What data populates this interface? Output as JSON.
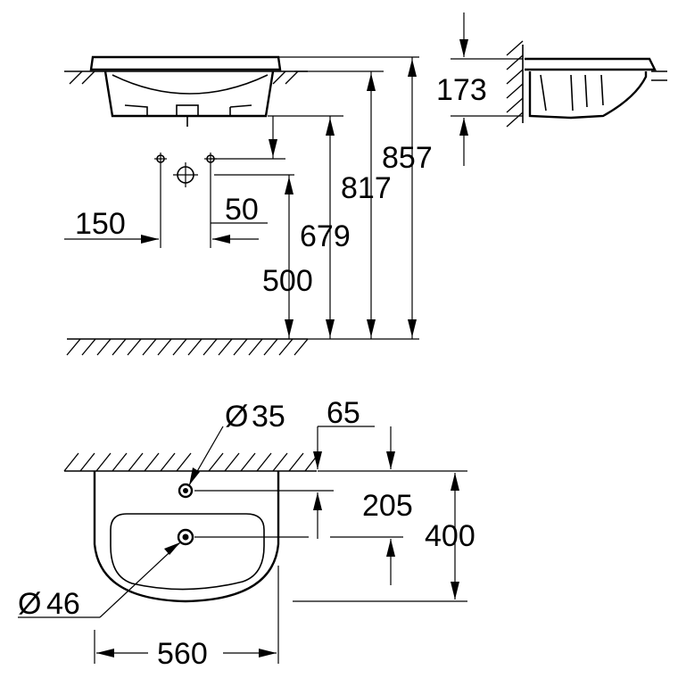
{
  "dimensions": {
    "total_height": "857",
    "rim_height": "817",
    "drain_height": "679",
    "supply_height": "500",
    "supply_offset": "50",
    "supply_spacing": "150",
    "basin_depth": "173",
    "tap_hole": "35",
    "tap_hole_symbol": "Ø",
    "wall_to_tap": "65",
    "tap_to_drain": "205",
    "projection": "400",
    "waste_hole": "46",
    "waste_hole_symbol": "Ø",
    "width": "560"
  },
  "colors": {
    "line": "#000000",
    "background": "#ffffff"
  }
}
